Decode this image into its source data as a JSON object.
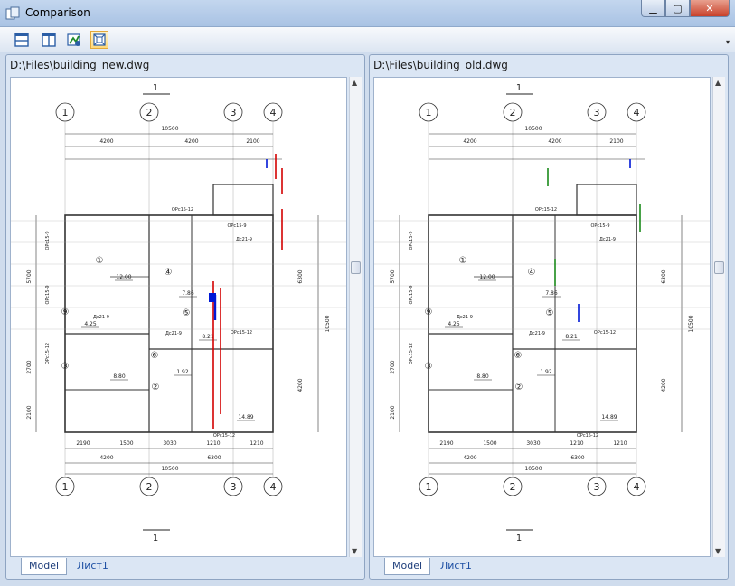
{
  "window": {
    "title": "Comparison"
  },
  "panes": [
    {
      "path": "D:\\Files\\building_new.dwg",
      "tabs": [
        "Model",
        "Лист1"
      ]
    },
    {
      "path": "D:\\Files\\building_old.dwg",
      "tabs": [
        "Model",
        "Лист1"
      ]
    }
  ],
  "drawing": {
    "axes": [
      "1",
      "2",
      "3",
      "4"
    ],
    "section_mark": "1",
    "dim_total": "10500",
    "dims_top": [
      "4200",
      "4200",
      "2100"
    ],
    "dims_bottom": [
      "4200",
      "6300"
    ],
    "dims_bottom2": [
      "2190",
      "1500",
      "3030",
      "1210",
      "1210"
    ],
    "rooms": [
      "①",
      "②",
      "③",
      "④",
      "⑤",
      "⑥",
      "⑨"
    ],
    "areas": [
      "12.00",
      "7.86",
      "4.25",
      "8.21",
      "8.80",
      "1.92",
      "14.89"
    ],
    "label_window_a": "ОРс15-12",
    "label_window_b": "ОРс15-9",
    "label_door": "Дс21-9",
    "dim_side": [
      "5700",
      "2700",
      "2100",
      "10500"
    ],
    "dim_side_right": [
      "6300",
      "4200"
    ]
  },
  "diff_colors": {
    "new": "#d40000",
    "new_alt": "#0018d6",
    "old": "#1a8a1a",
    "old_alt": "#0018d6"
  }
}
